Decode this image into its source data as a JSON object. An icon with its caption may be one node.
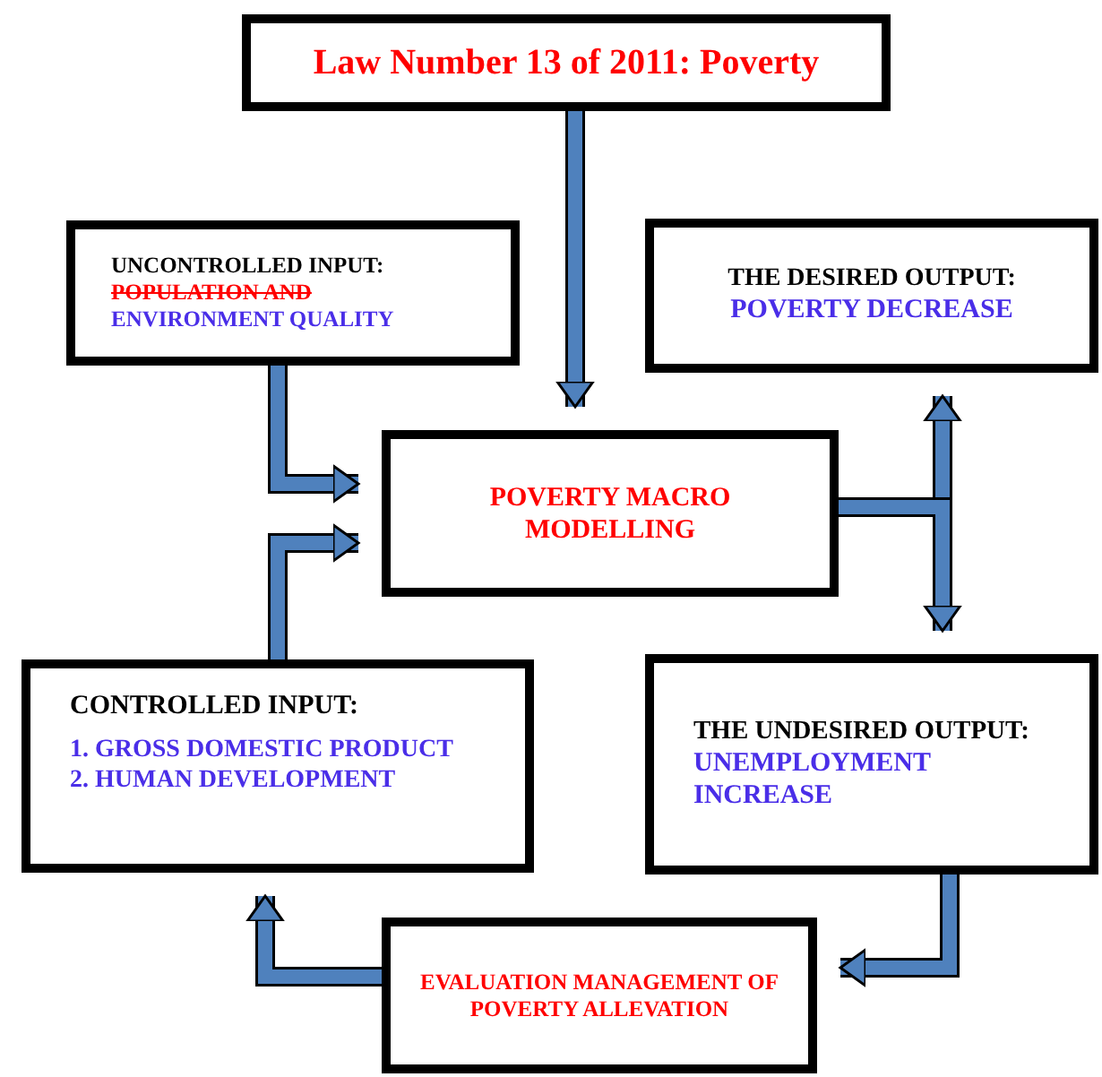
{
  "diagram": {
    "nodes": [
      {
        "text": [
          "Law Number 13 of 2011: Poverty"
        ]
      },
      {
        "text": [
          "UNCONTROLLED INPUT:",
          "POPULATION AND",
          "ENVIRONMENT QUALITY"
        ]
      },
      {
        "text": [
          "THE DESIRED OUTPUT:",
          "POVERTY DECREASE"
        ]
      },
      {
        "text": [
          "POVERTY MACRO MODELLING"
        ]
      },
      {
        "text": [
          "CONTROLLED INPUT:",
          "1. GROSS DOMESTIC PRODUCT",
          "2. HUMAN DEVELOPMENT"
        ]
      },
      {
        "text": [
          "THE UNDESIRED OUTPUT:",
          "UNEMPLOYMENT INCREASE"
        ]
      },
      {
        "text": [
          "EVALUATION MANAGEMENT OF POVERTY ALLEVATION"
        ]
      }
    ],
    "edges": [
      {
        "from": 0,
        "to": 3,
        "arrow": "to"
      },
      {
        "from": 1,
        "to": 3,
        "arrow": "to"
      },
      {
        "from": 4,
        "to": 3,
        "arrow": "to"
      },
      {
        "from": 3,
        "to": 2,
        "arrow": "to"
      },
      {
        "from": 3,
        "to": 5,
        "arrow": "to"
      },
      {
        "from": 5,
        "to": 6,
        "arrow": "to"
      },
      {
        "from": 6,
        "to": 4,
        "arrow": "to"
      }
    ]
  }
}
